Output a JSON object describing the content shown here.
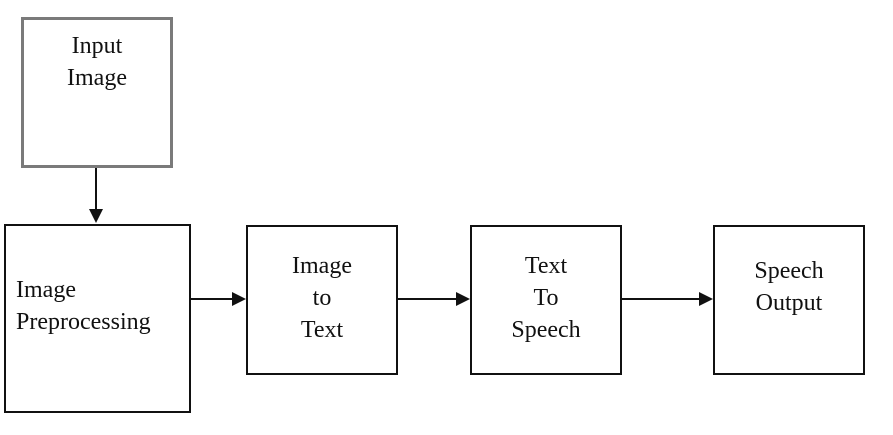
{
  "diagram": {
    "nodes": [
      {
        "id": "input-image",
        "lines": [
          "Input",
          "Image"
        ]
      },
      {
        "id": "image-preprocessing",
        "lines": [
          "Image",
          "Preprocessing"
        ]
      },
      {
        "id": "image-to-text",
        "lines": [
          "Image",
          "to",
          "Text"
        ]
      },
      {
        "id": "text-to-speech",
        "lines": [
          "Text",
          "To",
          "Speech"
        ]
      },
      {
        "id": "speech-output",
        "lines": [
          "Speech",
          "Output"
        ]
      }
    ],
    "edges": [
      {
        "from": "input-image",
        "to": "image-preprocessing"
      },
      {
        "from": "image-preprocessing",
        "to": "image-to-text"
      },
      {
        "from": "image-to-text",
        "to": "text-to-speech"
      },
      {
        "from": "text-to-speech",
        "to": "speech-output"
      }
    ]
  }
}
